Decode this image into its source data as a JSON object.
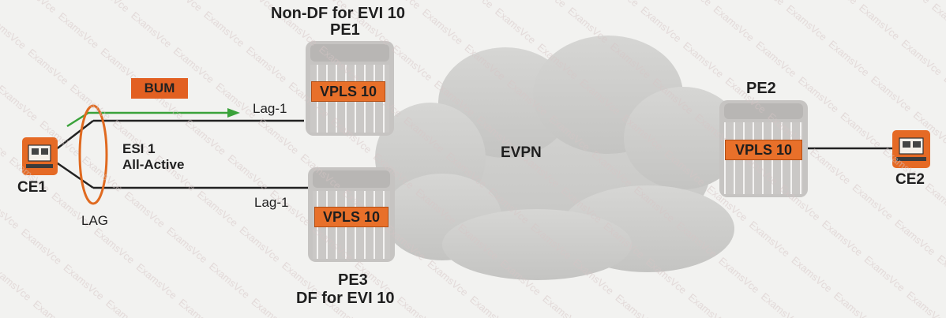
{
  "header": {
    "pe1_role": "Non-DF for EVI 10",
    "pe1_name": "PE1",
    "pe3_name": "PE3",
    "pe3_role": "DF for EVI 10",
    "pe2_name": "PE2"
  },
  "nodes": {
    "ce1": "CE1",
    "ce2": "CE2",
    "pe1_vpls": "VPLS 10",
    "pe3_vpls": "VPLS 10",
    "pe2_vpls": "VPLS 10"
  },
  "labels": {
    "bum": "BUM",
    "lag1_top": "Lag-1",
    "lag1_bottom": "Lag-1",
    "esi_line1": "ESI 1",
    "esi_line2": "All-Active",
    "lag": "LAG",
    "evpn": "EVPN"
  },
  "colors": {
    "vpls": "#e8702a",
    "bum": "#e26022",
    "arrow": "#3aa23a",
    "lag_ring": "#e06a20",
    "cloud": "#cfcfcd",
    "router": "#c8c6c4"
  },
  "watermark": "ExamsVce"
}
